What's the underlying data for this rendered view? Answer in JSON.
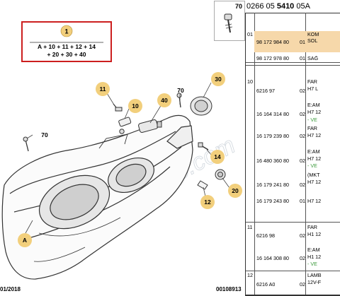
{
  "header": {
    "ref_prefix": "0266 05 ",
    "ref_bold": "5410",
    "ref_suffix": " 05A"
  },
  "diagram": {
    "formula_callout": "1",
    "formula_line1": "A + 10 + 11 + 12 + 14",
    "formula_line2": "+ 20 + 30 + 40",
    "callouts": [
      "11",
      "10",
      "40",
      "70",
      "30",
      "70",
      "14",
      "20",
      "12",
      "A",
      "70"
    ],
    "watermark": "duyuksolo.com"
  },
  "footer": {
    "date": "01/2018",
    "code": "00108913"
  },
  "parts_table": {
    "rows": [
      {
        "group": "01",
        "ref": "98 172 984 80",
        "qty": "01",
        "desc": "KOM",
        "desc2": "SOL",
        "highlight": true
      },
      {
        "group": "",
        "ref": "98 172 978 80",
        "qty": "01",
        "desc": "SAĞ",
        "desc2": "",
        "highlight": false
      },
      {
        "group": "10",
        "ref": "6216 97",
        "qty": "02",
        "desc": "FAR",
        "desc2": "H7 L",
        "highlight": false
      },
      {
        "group": "",
        "ref": "16 164 314 80",
        "qty": "02",
        "desc": "E:AM",
        "desc2": "H7 12",
        "desc3": "- VE",
        "highlight": false
      },
      {
        "group": "",
        "ref": "16 179 239 80",
        "qty": "02",
        "desc": "FAR",
        "desc2": "H7 12",
        "highlight": false
      },
      {
        "group": "",
        "ref": "16 480 360 80",
        "qty": "02",
        "desc": "E:AM",
        "desc2": "H7 12",
        "desc3": "- VE",
        "highlight": false
      },
      {
        "group": "",
        "ref": "16 179 241 80",
        "qty": "02",
        "desc": "(MKT",
        "desc2": "H7 12",
        "highlight": false
      },
      {
        "group": "",
        "ref": "16 179 243 80",
        "qty": "01",
        "desc": "H7 12",
        "desc2": "",
        "highlight": false
      },
      {
        "group": "11",
        "ref": "6216 98",
        "qty": "02",
        "desc": "FAR",
        "desc2": "H1 12",
        "highlight": false
      },
      {
        "group": "",
        "ref": "16 164 308 80",
        "qty": "02",
        "desc": "E:AM",
        "desc2": "H1 12",
        "desc3": "- VE",
        "highlight": false
      },
      {
        "group": "12",
        "ref": "6216 A0",
        "qty": "02",
        "desc": "LAMB",
        "desc2": "12V-F",
        "highlight": false
      }
    ]
  },
  "colors": {
    "highlight": "#f6d8aa",
    "callout_fill": "#f2cf7c",
    "formula_border": "#cc1f1f",
    "green_text": "#3c9a3c"
  }
}
